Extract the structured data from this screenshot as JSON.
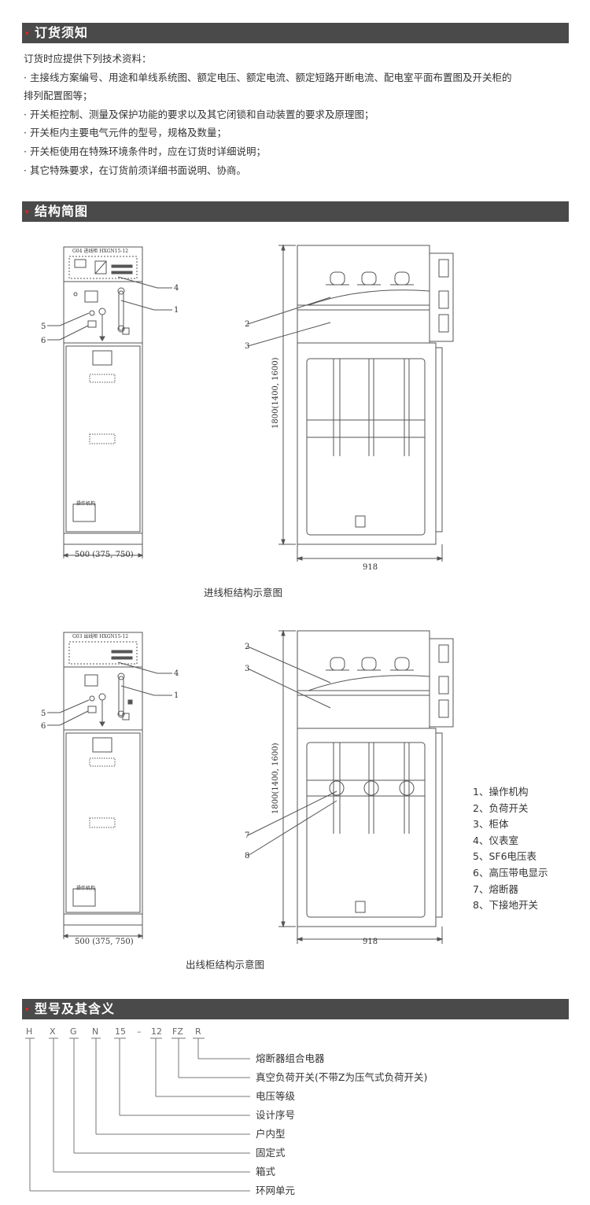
{
  "sections": {
    "ordering": {
      "title": "订货须知"
    },
    "structure": {
      "title": "结构简图"
    },
    "model": {
      "title": "型号及其含义"
    }
  },
  "ordering_notes": {
    "intro": "订货时应提供下列技术资料：",
    "items": [
      "· 主接线方案编号、用途和单线系统图、额定电压、额定电流、额定短路开断电流、配电室平面布置图及开关柜的",
      "排列配置图等；",
      "· 开关柜控制、测量及保护功能的要求以及其它闭锁和自动装置的要求及原理图；",
      "· 开关柜内主要电气元件的型号，规格及数量；",
      "· 开关柜使用在特殊环境条件时，应在订货时详细说明；",
      "· 其它特殊要求，在订货前须详细书面说明、协商。"
    ]
  },
  "diagrams": {
    "incoming": {
      "caption": "进线柜结构示意图",
      "panel_header": "G04   进线柜   HXGN15-12",
      "mechanism_tag": "操作机构",
      "width_dim": "500 (375, 750)",
      "depth_dim": "918",
      "height_dim": "1800(1400, 1600)",
      "front_callouts": [
        "4",
        "1",
        "5",
        "6"
      ],
      "side_callouts": [
        "2",
        "3"
      ]
    },
    "outgoing": {
      "caption": "出线柜结构示意图",
      "panel_header": "G03   出线柜   HXGN15-12",
      "mechanism_tag": "操作机构",
      "width_dim": "500 (375, 750)",
      "depth_dim": "918",
      "height_dim": "1800(1400, 1600)",
      "front_callouts": [
        "4",
        "1",
        "5",
        "6"
      ],
      "side_callouts": [
        "2",
        "3",
        "7",
        "8"
      ]
    }
  },
  "legend": [
    "1、操作机构",
    "2、负荷开关",
    "3、柜体",
    "4、仪表室",
    "5、SF6电压表",
    "6、高压带电显示",
    "7、熔断器",
    "8、下接地开关"
  ],
  "model_code": {
    "letters": [
      "H",
      "X",
      "G",
      "N",
      "15",
      "–",
      "12",
      "FZ",
      "R"
    ],
    "meanings": [
      "熔断器组合电器",
      "真空负荷开关(不带Z为压气式负荷开关)",
      "电压等级",
      "设计序号",
      "户内型",
      "固定式",
      "箱式",
      "环网单元"
    ]
  },
  "colors": {
    "banner": "#4a4a4a",
    "accent_dot": "#d8231f",
    "line": "#555555"
  }
}
